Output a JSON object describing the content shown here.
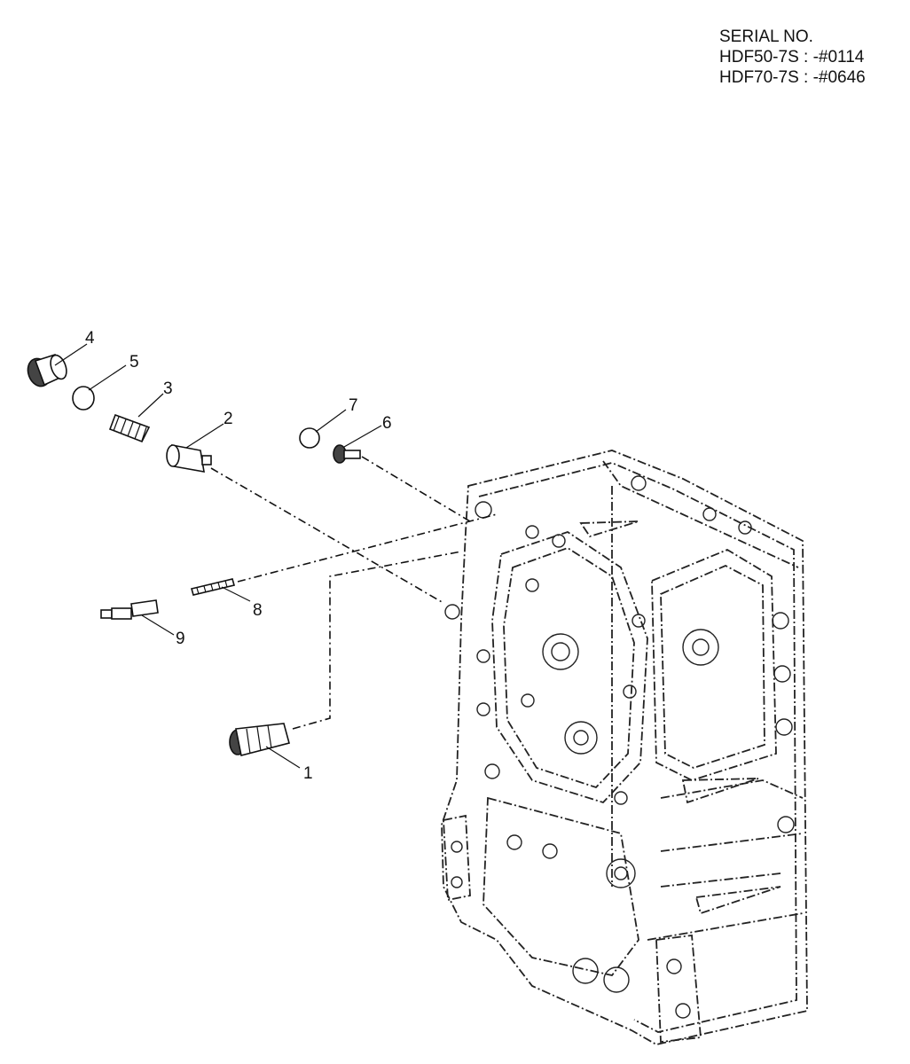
{
  "serial": {
    "heading": "SERIAL NO.",
    "lines": [
      "HDF50-7S : -#0114",
      "HDF70-7S : -#0646"
    ]
  },
  "callouts": [
    "1",
    "2",
    "3",
    "4",
    "5",
    "6",
    "7",
    "8",
    "9"
  ]
}
